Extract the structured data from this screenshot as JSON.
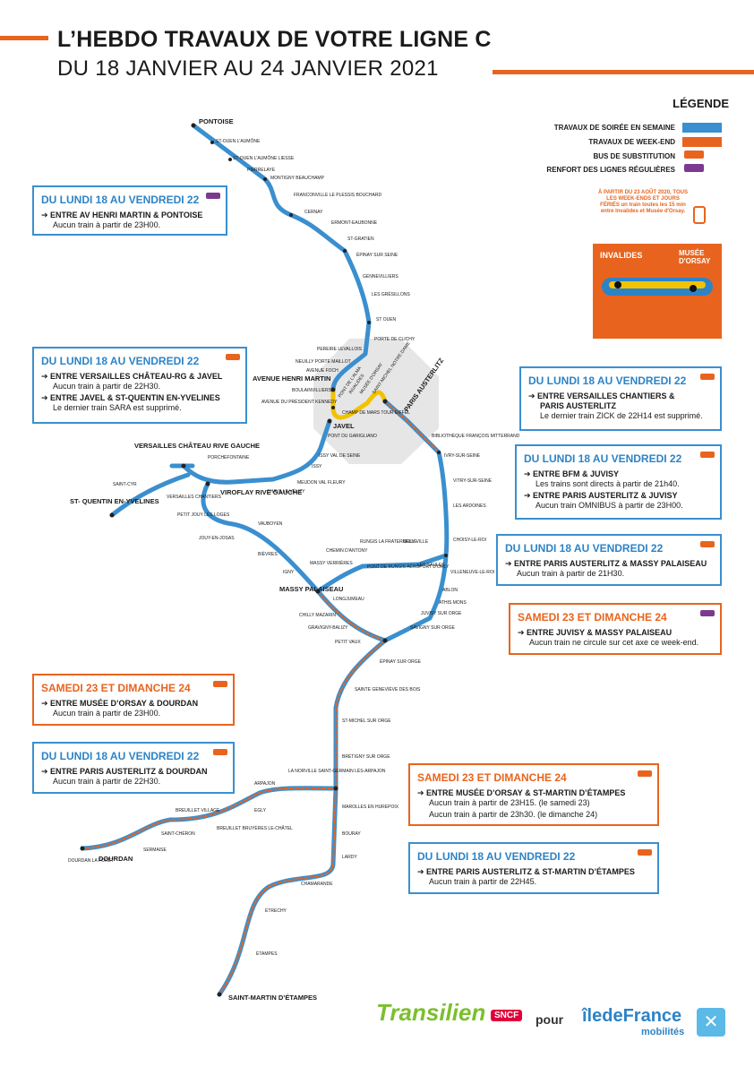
{
  "header": {
    "title": "L’HEBDO TRAVAUX DE VOTRE LIGNE C",
    "subtitle": "DU 18 JANVIER AU 24 JANVIER 2021"
  },
  "legend": {
    "title": "LÉGENDE",
    "items": [
      {
        "label": "TRAVAUX DE SOIRÉE EN SEMAINE",
        "color": "#3a8fcf"
      },
      {
        "label": "TRAVAUX DE WEEK-END",
        "color": "#e8641e"
      },
      {
        "label": "BUS DE SUBSTITUTION",
        "color": "#e8641e"
      },
      {
        "label": "RENFORT DES LIGNES RÉGULIÈRES",
        "color": "#7b3a8f"
      }
    ]
  },
  "promo": {
    "text": "À PARTIR DU 23 AOÛT 2020, TOUS LES WEEK-ENDS ET JOURS FÉRIÉS un train toutes les 15 min entre Invalides et Musée d'Orsay.",
    "invalides": "INVALIDES",
    "musee": "MUSÉE D'ORSAY"
  },
  "boxes": [
    {
      "id": "b1",
      "head": "DU LUNDI 18 AU VENDREDI 22",
      "sections": [
        {
          "title": "➔ ENTRE AV HENRI MARTIN & PONTOISE",
          "notes": [
            "Aucun train à partir de 23H00."
          ]
        }
      ]
    },
    {
      "id": "b2",
      "head": "DU LUNDI 18 AU VENDREDI 22",
      "sections": [
        {
          "title": "➔ ENTRE VERSAILLES CHÂTEAU-RG & JAVEL",
          "notes": [
            "Aucun train à partir de 22H30."
          ]
        },
        {
          "title": "➔ ENTRE JAVEL & ST-QUENTIN EN-YVELINES",
          "notes": [
            "Le dernier train SARA est supprimé."
          ]
        }
      ]
    },
    {
      "id": "b3",
      "head": "DU LUNDI 18 AU VENDREDI 22",
      "sections": [
        {
          "title": "➔ ENTRE VERSAILLES CHANTIERS &",
          "notes": []
        },
        {
          "title": "PARIS AUSTERLITZ",
          "notes": [
            "Le dernier train ZICK de 22H14 est supprimé."
          ]
        }
      ]
    },
    {
      "id": "b4",
      "head": "DU LUNDI 18 AU VENDREDI 22",
      "sections": [
        {
          "title": "➔ ENTRE BFM & JUVISY",
          "notes": [
            "Les trains sont directs à partir de 21h40."
          ]
        },
        {
          "title": "➔ ENTRE PARIS AUSTERLITZ & JUVISY",
          "notes": [
            "Aucun train OMNIBUS à partir de 23H00."
          ]
        }
      ]
    },
    {
      "id": "b5",
      "head": "DU LUNDI 18 AU VENDREDI 22",
      "sections": [
        {
          "title": "➔ ENTRE PARIS AUSTERLITZ & MASSY PALAISEAU",
          "notes": [
            "Aucun train à partir de 21H30."
          ]
        }
      ]
    },
    {
      "id": "b6",
      "head": "SAMEDI 23 ET DIMANCHE 24",
      "sections": [
        {
          "title": "➔ ENTRE JUVISY & MASSY PALAISEAU",
          "notes": [
            "Aucun train ne circule sur cet axe ce week-end."
          ]
        }
      ]
    },
    {
      "id": "b7",
      "head": "SAMEDI 23 ET DIMANCHE 24",
      "sections": [
        {
          "title": "➔ ENTRE MUSÉE D’ORSAY & DOURDAN",
          "notes": [
            "Aucun train à partir de 23H00."
          ]
        }
      ]
    },
    {
      "id": "b8",
      "head": "DU LUNDI 18 AU VENDREDI 22",
      "sections": [
        {
          "title": "➔ ENTRE PARIS AUSTERLITZ & DOURDAN",
          "notes": [
            "Aucun train à partir de 22H30."
          ]
        }
      ]
    },
    {
      "id": "b9",
      "head": "SAMEDI 23 ET DIMANCHE 24",
      "sections": [
        {
          "title": "➔ ENTRE MUSÉE D’ORSAY & ST-MARTIN D’ÉTAMPES",
          "notes": [
            "Aucun train à partir de 23H15. (le samedi 23)",
            "Aucun train à partir de 23h30. (le dimanche 24)"
          ]
        }
      ]
    },
    {
      "id": "b10",
      "head": "DU LUNDI 18 AU VENDREDI 22",
      "sections": [
        {
          "title": "➔ ENTRE PARIS AUSTERLITZ & ST-MARTIN D’ÉTAMPES",
          "notes": [
            "Aucun train à partir de 22H45."
          ]
        }
      ]
    }
  ],
  "stations_major": {
    "pontoise": "PONTOISE",
    "ahm": "AVENUE HENRI MARTIN",
    "javel": "JAVEL",
    "austerlitz": "PARIS AUSTERLITZ",
    "versailles_rg": "VERSAILLES CHÂTEAU RIVE GAUCHE",
    "viroflay": "VIROFLAY RIVE GAUCHE",
    "sqy": "ST- QUENTIN EN-YVELINES",
    "massy": "MASSY PALAISEAU",
    "dourdan": "DOURDAN",
    "stmartin": "SAINT-MARTIN D’ÉTAMPES"
  },
  "stations_minor": {
    "s1": "ST-OUEN L'AUMÔNE",
    "s2": "ST-OUEN L'AUMÔNE LIESSE",
    "s3": "PIERRELAYE",
    "s4": "MONTIGNY BEAUCHAMP",
    "s5": "FRANCONVILLE LE PLESSIS BOUCHARD",
    "s6": "CERNAY",
    "s7": "ERMONT-EAUBONNE",
    "s8": "ST-GRATIEN",
    "s9": "ÉPINAY SUR SEINE",
    "s10": "GENNEVILLIERS",
    "s11": "LES GRÉSILLONS",
    "s12": "ST OUEN",
    "s13": "PORTE DE CLICHY",
    "s14": "PEREIRE LEVALLOIS",
    "s15": "NEUILLY PORTE MAILLOT",
    "s16": "AVENUE FOCH",
    "s17": "BOULAINVILLIERS",
    "s18": "AVENUE DU PRÉSIDENT KENNEDY",
    "s19": "CHAMP DE MARS TOUR EIFFEL",
    "s20": "PONT DU GARIGLIANO",
    "s21": "BIBLIOTHÈQUE FRANÇOIS MITTERRAND",
    "s22": "IVRY-SUR-SEINE",
    "s23": "VITRY-SUR-SEINE",
    "s24": "LES ARDOINES",
    "s25": "CHOISY-LE-ROI",
    "s26": "VILLENEUVE-LE-ROI",
    "s27": "ABLON",
    "s28": "ATHIS MONS",
    "s29": "JUVISY SUR ORGE",
    "s30": "SAVIGNY SUR ORGE",
    "s31": "ÉPINAY SUR ORGE",
    "s32": "SAINTE GENEVIÈVE DES BOIS",
    "s33": "ST-MICHEL SUR ORGE",
    "s34": "BRÉTIGNY SUR ORGE",
    "s35": "MAROLLES EN HUREPOIX",
    "s36": "BOURAY",
    "s37": "LARDY",
    "s38": "CHAMARANDE",
    "s39": "ÉTRECHY",
    "s40": "ÉTAMPES",
    "s41": "ISSY VAL DE SEINE",
    "s42": "ISSY",
    "s43": "MEUDON VAL FLEURY",
    "s44": "CHAVILLE VÉLIZY",
    "s45": "PORCHEFONTAINE",
    "s46": "SAINT-CYR",
    "s47": "VERSAILLES CHANTIERS",
    "s48": "PETIT JOUY LES LOGES",
    "s49": "JOUY-EN-JOSAS",
    "s50": "VAUBOYEN",
    "s51": "BIÈVRES",
    "s52": "IGNY",
    "s53": "MASSY VERRIÈRES",
    "s54": "CHEMIN D'ANTONY",
    "s55": "RUNGIS LA FRATERNELLE",
    "s56": "ORLY VILLE",
    "s57": "PONT DE RUNGIS AÉROPORT D'ORLY",
    "s58": "LES SAULES",
    "s59": "LONGJUMEAU",
    "s60": "CHILLY MAZARIN",
    "s61": "GRAVIGNY-BALIZY",
    "s62": "PETIT VAUX",
    "s63": "ARPAJON",
    "s64": "EGLY",
    "s65": "LA NORVILLE SAINT-GERMAIN LÈS-ARPAJON",
    "s66": "BREUILLET VILLAGE",
    "s67": "BREUILLET BRUYÈRES LE-CHÂTEL",
    "s68": "SAINT-CHÉRON",
    "s69": "SERMAISE",
    "s70": "DOURDAN LA FORÊT",
    "s71": "PONT DE L'ALMA",
    "s72": "INVALIDES",
    "s73": "MUSÉE D'ORSAY",
    "s74": "SAINT-MICHEL NOTRE-DAME"
  },
  "footer": {
    "transilien": "Transilien",
    "sncf": "SNCF",
    "pour": "pour",
    "idf": "îledeFrance",
    "mobilites": "mobilités"
  },
  "colors": {
    "blue": "#3a8fcf",
    "orange": "#e8641e",
    "yellow": "#f2c200",
    "purple": "#7b3a8f"
  }
}
